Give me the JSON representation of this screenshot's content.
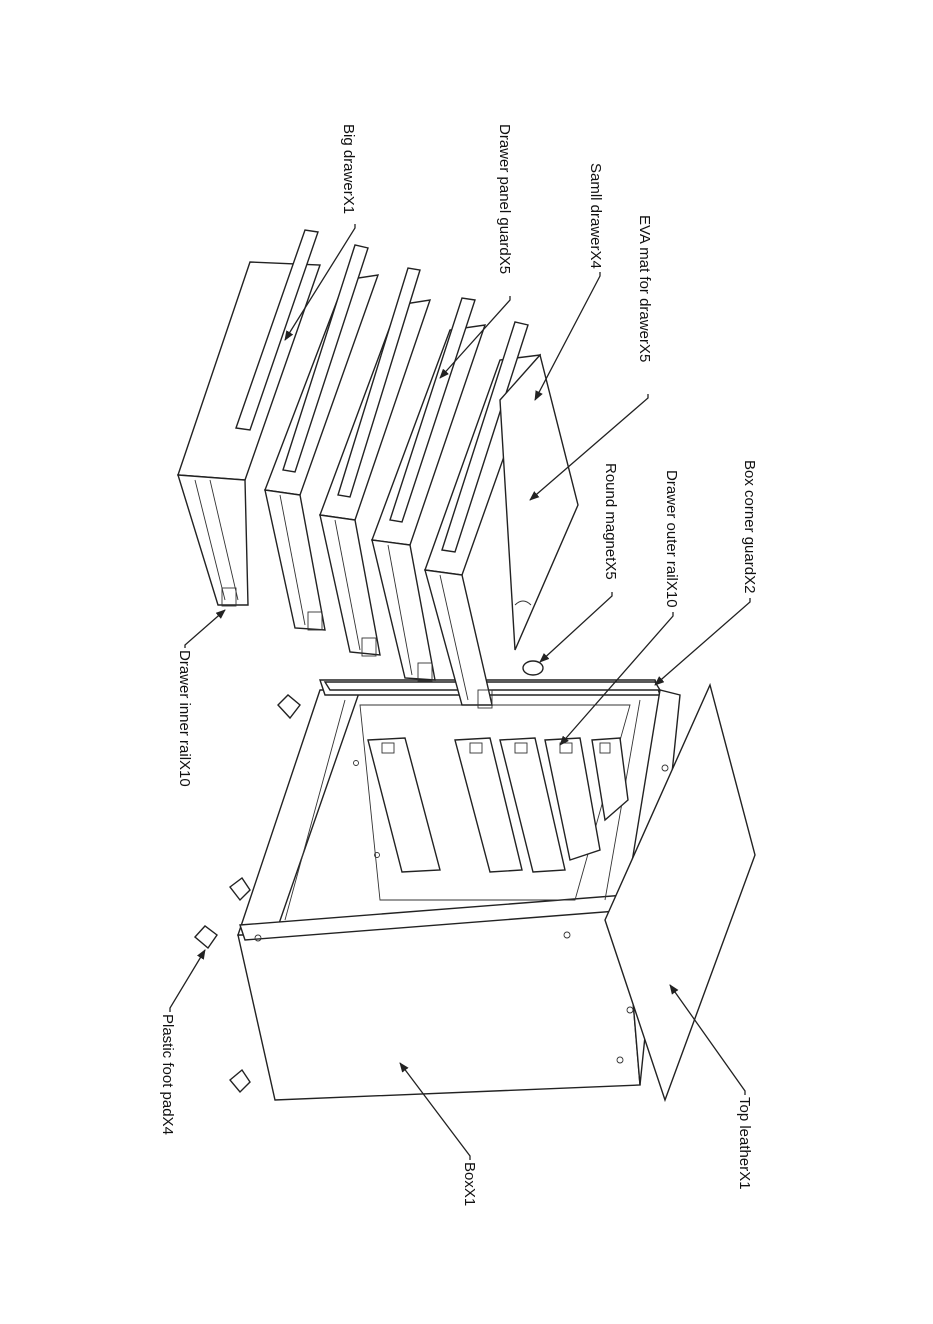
{
  "labels": {
    "big_drawer": "Big drawerX1",
    "drawer_panel_guard": "Drawer panel guardX5",
    "small_drawer": "Samll drawerX4",
    "eva_mat": "EVA mat for drawerX5",
    "round_magnet": "Round magnetX5",
    "drawer_outer_rail": "Drawer outer railX10",
    "box_corner_guard": "Box corner guardX2",
    "drawer_inner_rail": "Drawer inner railX10",
    "plastic_foot_pad": "Plastic foot padX4",
    "box": "BoxX1",
    "top_leather": "Top leatherX1"
  }
}
